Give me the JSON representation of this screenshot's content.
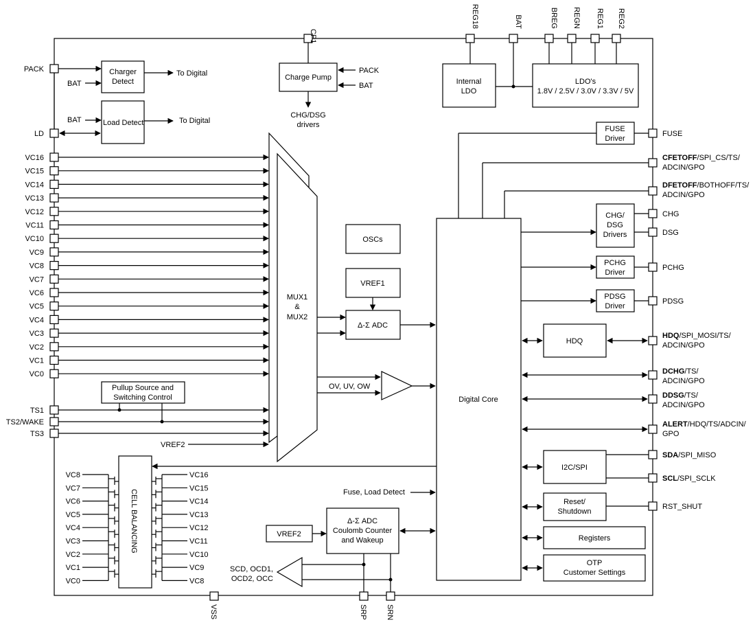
{
  "top_pins": {
    "cp1": "CP1",
    "reg18": "REG18",
    "bat": "BAT",
    "breg": "BREG",
    "regn": "REGN",
    "reg1": "REG1",
    "reg2": "REG2"
  },
  "left_pins": {
    "pack": "PACK",
    "ld": "LD",
    "vc": [
      "VC16",
      "VC15",
      "VC14",
      "VC13",
      "VC12",
      "VC11",
      "VC10",
      "VC9",
      "VC8",
      "VC7",
      "VC6",
      "VC5",
      "VC4",
      "VC3",
      "VC2",
      "VC1",
      "VC0"
    ],
    "ts1": "TS1",
    "ts2": "TS2/WAKE",
    "ts3": "TS3"
  },
  "bottom_pins": {
    "vss": "VSS",
    "srp": "SRP",
    "srn": "SRN"
  },
  "right_pins": {
    "fuse": "FUSE",
    "cfet_bold": "CFETOFF",
    "cfet_rest": "/SPI_CS/TS/",
    "cfet_l2": "ADCIN/GPO",
    "dfet_bold": "DFETOFF",
    "dfet_rest": "/BOTHOFF/TS/",
    "dfet_l2": "ADCIN/GPO",
    "chg": "CHG",
    "dsg": "DSG",
    "pchg": "PCHG",
    "pdsg": "PDSG",
    "hdq_bold": "HDQ",
    "hdq_rest": "/SPI_MOSI/TS/",
    "hdq_l2": "ADCIN/GPO",
    "dchg_bold": "DCHG",
    "dchg_rest": "/TS/",
    "dchg_l2": "ADCIN/GPO",
    "ddsg_bold": "DDSG",
    "ddsg_rest": "/TS/",
    "ddsg_l2": "ADCIN/GPO",
    "alert_bold": "ALERT",
    "alert_rest": "/HDQ/TS/ADCIN/",
    "alert_l2": "GPO",
    "sda_bold": "SDA",
    "sda_rest": "/SPI_MISO",
    "scl_bold": "SCL",
    "scl_rest": "/SPI_SCLK",
    "rst": "RST_SHUT"
  },
  "blocks": {
    "charger_detect": [
      "Charger",
      "Detect"
    ],
    "load_detect": "Load Detect",
    "to_digital": "To Digital",
    "bat": "BAT",
    "charge_pump": "Charge Pump",
    "cp_pack": "PACK",
    "cp_bat": "BAT",
    "chg_dsg_drivers_label": [
      "CHG/DSG",
      "drivers"
    ],
    "internal_ldo": [
      "Internal",
      "LDO"
    ],
    "ldos": [
      "LDO's",
      "1.8V / 2.5V / 3.0V / 3.3V / 5V"
    ],
    "mux": [
      "MUX1",
      "&",
      "MUX2"
    ],
    "oscs": "OSCs",
    "vref1": "VREF1",
    "adc": "Δ-Σ  ADC",
    "ov_uv_ow": "OV, UV, OW",
    "digital_core": "Digital Core",
    "pullup": [
      "Pullup Source and",
      "Switching Control"
    ],
    "vref2": "VREF2",
    "fuse_driver": [
      "FUSE",
      "Driver"
    ],
    "chg_dsg_drivers": [
      "CHG/",
      "DSG",
      "Drivers"
    ],
    "pchg_driver": [
      "PCHG",
      "Driver"
    ],
    "pdsg_driver": [
      "PDSG",
      "Driver"
    ],
    "hdq": "HDQ",
    "i2c_spi": "I2C/SPI",
    "reset_shutdown": [
      "Reset/",
      "Shutdown"
    ],
    "registers": "Registers",
    "otp": [
      "OTP",
      "Customer Settings"
    ],
    "fuse_load_detect": "Fuse, Load Detect",
    "cc_adc": [
      "Δ-Σ ADC",
      "Coulomb Counter",
      "and Wakeup"
    ],
    "vref2_b": "VREF2",
    "scd": [
      "SCD, OCD1,",
      "OCD2, OCC"
    ],
    "cell_balancing": "CELL BALANCING",
    "cb_left": [
      "VC8",
      "VC7",
      "VC6",
      "VC5",
      "VC4",
      "VC3",
      "VC2",
      "VC1",
      "VC0"
    ],
    "cb_right": [
      "VC16",
      "VC15",
      "VC14",
      "VC13",
      "VC12",
      "VC11",
      "VC10",
      "VC9",
      "VC8"
    ]
  }
}
